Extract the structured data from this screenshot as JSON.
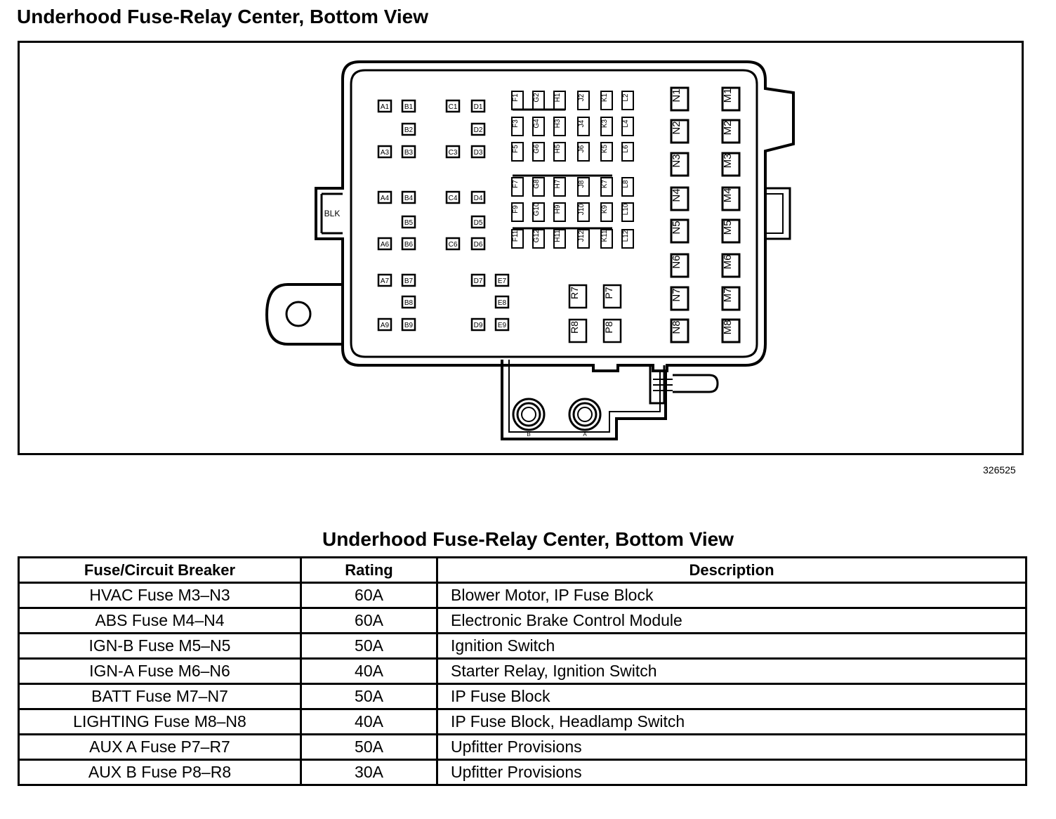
{
  "title": "Underhood Fuse-Relay Center, Bottom View",
  "image_code": "326525",
  "connector_label": "BLK",
  "stud_labels": [
    "B",
    "A"
  ],
  "cells": [
    {
      "id": "A1",
      "col": "A",
      "row": 1
    },
    {
      "id": "A3",
      "col": "A",
      "row": 3
    },
    {
      "id": "A4",
      "col": "A",
      "row": 4
    },
    {
      "id": "A6",
      "col": "A",
      "row": 6
    },
    {
      "id": "A7",
      "col": "A",
      "row": 7
    },
    {
      "id": "A9",
      "col": "A",
      "row": 9
    },
    {
      "id": "B1",
      "col": "B",
      "row": 1
    },
    {
      "id": "B2",
      "col": "B",
      "row": 2
    },
    {
      "id": "B3",
      "col": "B",
      "row": 3
    },
    {
      "id": "B4",
      "col": "B",
      "row": 4
    },
    {
      "id": "B5",
      "col": "B",
      "row": 5
    },
    {
      "id": "B6",
      "col": "B",
      "row": 6
    },
    {
      "id": "B7",
      "col": "B",
      "row": 7
    },
    {
      "id": "B8",
      "col": "B",
      "row": 8
    },
    {
      "id": "B9",
      "col": "B",
      "row": 9
    },
    {
      "id": "C1",
      "col": "C",
      "row": 1
    },
    {
      "id": "C3",
      "col": "C",
      "row": 3
    },
    {
      "id": "C4",
      "col": "C",
      "row": 4
    },
    {
      "id": "C6",
      "col": "C",
      "row": 6
    },
    {
      "id": "D1",
      "col": "D",
      "row": 1
    },
    {
      "id": "D2",
      "col": "D",
      "row": 2
    },
    {
      "id": "D3",
      "col": "D",
      "row": 3
    },
    {
      "id": "D4",
      "col": "D",
      "row": 4
    },
    {
      "id": "D5",
      "col": "D",
      "row": 5
    },
    {
      "id": "D6",
      "col": "D",
      "row": 6
    },
    {
      "id": "D7",
      "col": "D",
      "row": 7
    },
    {
      "id": "D9",
      "col": "D",
      "row": 9
    },
    {
      "id": "E7",
      "col": "E",
      "row": 7
    },
    {
      "id": "E8",
      "col": "E",
      "row": 8
    },
    {
      "id": "E9",
      "col": "E",
      "row": 9
    }
  ],
  "vertical_fuses": [
    {
      "id": "F1",
      "col": "F",
      "row": 1
    },
    {
      "id": "F3",
      "col": "F",
      "row": 2
    },
    {
      "id": "F5",
      "col": "F",
      "row": 3
    },
    {
      "id": "F7",
      "col": "F",
      "row": 4
    },
    {
      "id": "F9",
      "col": "F",
      "row": 5
    },
    {
      "id": "F11",
      "col": "F",
      "row": 6
    },
    {
      "id": "G2",
      "col": "G",
      "row": 1
    },
    {
      "id": "G4",
      "col": "G",
      "row": 2
    },
    {
      "id": "G6",
      "col": "G",
      "row": 3
    },
    {
      "id": "G8",
      "col": "G",
      "row": 4
    },
    {
      "id": "G10",
      "col": "G",
      "row": 5
    },
    {
      "id": "G12",
      "col": "G",
      "row": 6
    },
    {
      "id": "H1",
      "col": "H",
      "row": 1
    },
    {
      "id": "H3",
      "col": "H",
      "row": 2
    },
    {
      "id": "H5",
      "col": "H",
      "row": 3
    },
    {
      "id": "H7",
      "col": "H",
      "row": 4
    },
    {
      "id": "H9",
      "col": "H",
      "row": 5
    },
    {
      "id": "H11",
      "col": "H",
      "row": 6
    },
    {
      "id": "J2",
      "col": "J",
      "row": 1
    },
    {
      "id": "J4",
      "col": "J",
      "row": 2
    },
    {
      "id": "J6",
      "col": "J",
      "row": 3
    },
    {
      "id": "J8",
      "col": "J",
      "row": 4
    },
    {
      "id": "J10",
      "col": "J",
      "row": 5
    },
    {
      "id": "J12",
      "col": "J",
      "row": 6
    },
    {
      "id": "K1",
      "col": "K",
      "row": 1
    },
    {
      "id": "K3",
      "col": "K",
      "row": 2
    },
    {
      "id": "K5",
      "col": "K",
      "row": 3
    },
    {
      "id": "K7",
      "col": "K",
      "row": 4
    },
    {
      "id": "K9",
      "col": "K",
      "row": 5
    },
    {
      "id": "K11",
      "col": "K",
      "row": 6
    },
    {
      "id": "L2",
      "col": "L",
      "row": 1
    },
    {
      "id": "L4",
      "col": "L",
      "row": 2
    },
    {
      "id": "L6",
      "col": "L",
      "row": 3
    },
    {
      "id": "L8",
      "col": "L",
      "row": 4
    },
    {
      "id": "L10",
      "col": "L",
      "row": 5
    },
    {
      "id": "L12",
      "col": "L",
      "row": 6
    }
  ],
  "relays": [
    {
      "id": "R7",
      "col": "R",
      "row": 1
    },
    {
      "id": "P7",
      "col": "P",
      "row": 1
    },
    {
      "id": "R8",
      "col": "R",
      "row": 2
    },
    {
      "id": "P8",
      "col": "P",
      "row": 2
    }
  ],
  "maxi_fuses": [
    {
      "id": "N1",
      "col": "N",
      "row": 1
    },
    {
      "id": "N2",
      "col": "N",
      "row": 2
    },
    {
      "id": "N3",
      "col": "N",
      "row": 3
    },
    {
      "id": "N4",
      "col": "N",
      "row": 4
    },
    {
      "id": "N5",
      "col": "N",
      "row": 5
    },
    {
      "id": "N6",
      "col": "N",
      "row": 6
    },
    {
      "id": "N7",
      "col": "N",
      "row": 7
    },
    {
      "id": "N8",
      "col": "N",
      "row": 8
    },
    {
      "id": "M1",
      "col": "M",
      "row": 1
    },
    {
      "id": "M2",
      "col": "M",
      "row": 2
    },
    {
      "id": "M3",
      "col": "M",
      "row": 3
    },
    {
      "id": "M4",
      "col": "M",
      "row": 4
    },
    {
      "id": "M5",
      "col": "M",
      "row": 5
    },
    {
      "id": "M6",
      "col": "M",
      "row": 6
    },
    {
      "id": "M7",
      "col": "M",
      "row": 7
    },
    {
      "id": "M8",
      "col": "M",
      "row": 8
    }
  ],
  "table": {
    "title": "Underhood Fuse-Relay Center, Bottom View",
    "headers": [
      "Fuse/Circuit Breaker",
      "Rating",
      "Description"
    ],
    "rows": [
      [
        "HVAC Fuse M3–N3",
        "60A",
        "Blower Motor, IP Fuse Block"
      ],
      [
        "ABS Fuse M4–N4",
        "60A",
        "Electronic Brake Control Module"
      ],
      [
        "IGN-B Fuse M5–N5",
        "50A",
        "Ignition Switch"
      ],
      [
        "IGN-A Fuse M6–N6",
        "40A",
        "Starter Relay, Ignition Switch"
      ],
      [
        "BATT Fuse M7–N7",
        "50A",
        "IP Fuse Block"
      ],
      [
        "LIGHTING Fuse M8–N8",
        "40A",
        "IP Fuse Block, Headlamp Switch"
      ],
      [
        "AUX A Fuse P7–R7",
        "50A",
        "Upfitter Provisions"
      ],
      [
        "AUX B Fuse P8–R8",
        "30A",
        "Upfitter Provisions"
      ]
    ]
  }
}
